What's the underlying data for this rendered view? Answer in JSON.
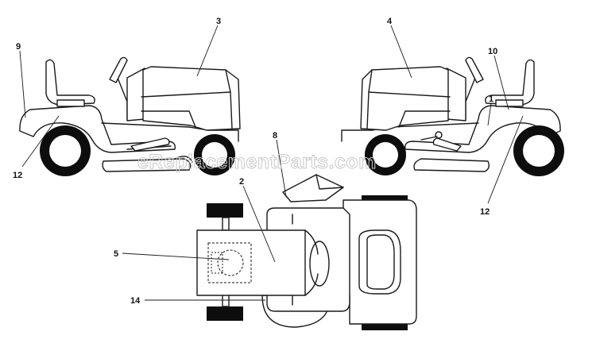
{
  "watermark": "eReplacementParts.com",
  "labels": {
    "l1": "1",
    "l2": "2",
    "l3": "3",
    "l4": "4",
    "l5": "5",
    "l8": "8",
    "l9": "9",
    "l10": "10",
    "l12a": "12",
    "l12b": "12",
    "l14": "14"
  }
}
